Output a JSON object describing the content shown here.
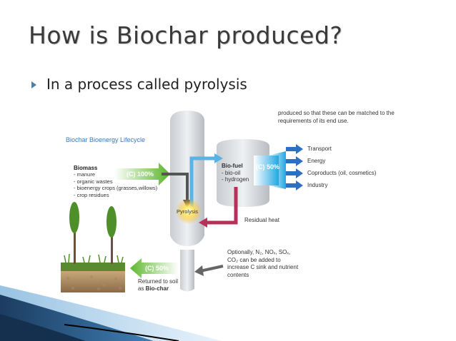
{
  "slide": {
    "title": "How is Biochar produced?",
    "bullet": "In a process called pyrolysis"
  },
  "diagram": {
    "note_top": "produced so that these can be matched to the requirements of its end use.",
    "lifecycle_title": "Biochar Bioenergy Lifecycle",
    "biomass": {
      "title": "Biomass",
      "items": [
        "- manure",
        "- organic wastes",
        "- bioenergy crops (grasses,willows)",
        "- crop residues"
      ]
    },
    "input_pct": "(C) 100%",
    "biofuel": {
      "title": "Bio-fuel",
      "items": [
        "- bio-oil",
        "- hydrogen"
      ]
    },
    "biofuel_pct": "(C) 50%",
    "outputs": [
      "Transport",
      "Energy",
      "Coproducts (oil, cosmetics)",
      "Industry"
    ],
    "pyrolysis": "Pyrolysis",
    "residual_heat": "Residual heat",
    "optional_note": {
      "line1": "Optionally, N₂, NOₓ, SOₓ,",
      "line2": "CO₂ can be added to",
      "line3": "increase C sink and nutrient",
      "line4": "contents"
    },
    "return_pct": "(C) 50%",
    "returned": {
      "line1": "Returned to soil",
      "line2_prefix": "as ",
      "line2_bold": "Bio-char"
    }
  },
  "colors": {
    "title": "#3a3a3a",
    "bullet": "#4b7fa8",
    "arrow_green": "#6abf3c",
    "arrow_blue": "#2aa8e0",
    "arrow_red": "#b5315a",
    "output_arrow": "#2d6fc2",
    "corner_dark": "#1f3f63",
    "corner_light": "#9ec8e6"
  }
}
